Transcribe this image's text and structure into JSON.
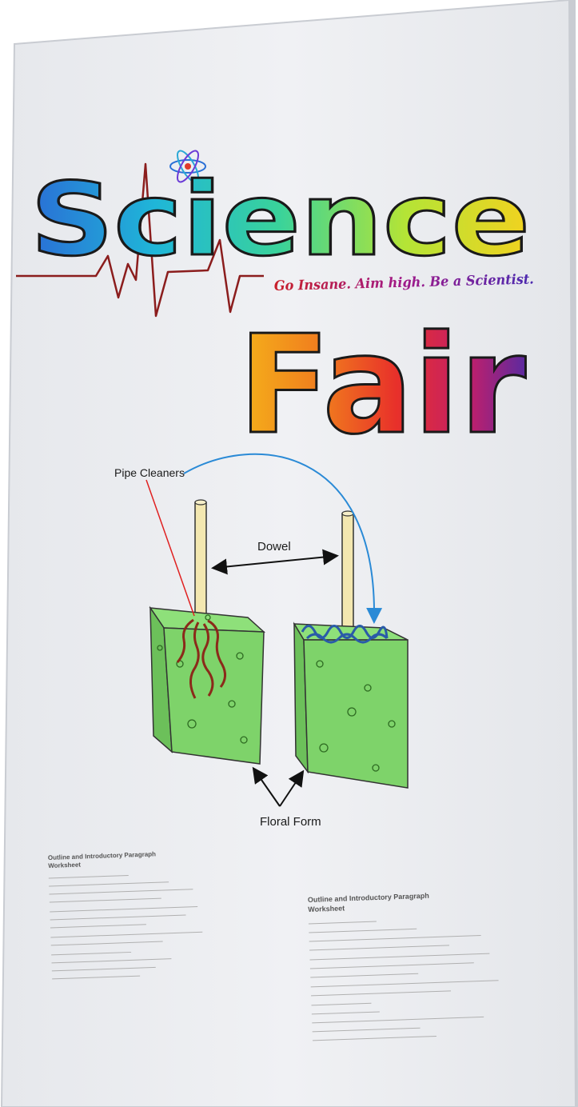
{
  "poster": {
    "title_word1": "Science",
    "title_word2": "Fair",
    "tagline": "Go Insane. Aim high. Be a Scientist.",
    "colors": {
      "board": "#ecedf0",
      "board_edge": "#c9ccd2",
      "heartbeat": "#8b1d1d",
      "foam": "#7ed36a",
      "dowel": "#f3e7b0",
      "pipe_red": "#8b2a1a",
      "pipe_blue": "#2a5ba8",
      "arrow_blue": "#2a8ad6",
      "arrow_red": "#e02020"
    }
  },
  "diagram": {
    "pipe_cleaners_label": "Pipe Cleaners",
    "dowel_label": "Dowel",
    "floral_form_label": "Floral Form"
  },
  "worksheets": [
    {
      "title": "Outline and Introductory Paragraph",
      "subtitle": "Worksheet"
    },
    {
      "title": "Outline and Introductory Paragraph",
      "subtitle": "Worksheet"
    }
  ]
}
